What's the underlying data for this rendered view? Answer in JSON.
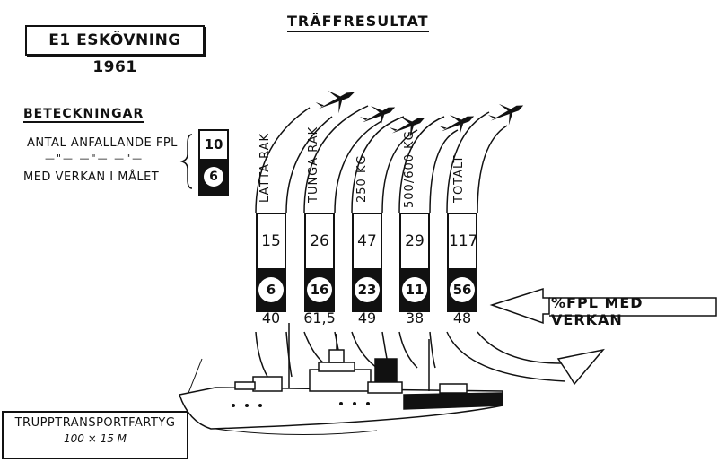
{
  "title": "E1 ESKÖVNING 1961",
  "main_title": "TRÄFFRESULTAT",
  "legend": {
    "heading": "BETECKNINGAR",
    "line1": "ANTAL ANFALLANDE FPL",
    "ditto": "—\"—  —\"—  —\"—",
    "line2": "MED VERKAN I MÅLET",
    "example_attacking": "10",
    "example_effect": "6"
  },
  "columns": [
    {
      "category": "LÄTTA RAK",
      "attacking": "15",
      "effect": "6",
      "percent": "40"
    },
    {
      "category": "TUNGA RAK",
      "attacking": "26",
      "effect": "16",
      "percent": "61,5"
    },
    {
      "category": "250 KG",
      "attacking": "47",
      "effect": "23",
      "percent": "49"
    },
    {
      "category": "500/600 KG",
      "attacking": "29",
      "effect": "11",
      "percent": "38"
    },
    {
      "category": "TOTALT",
      "attacking": "117",
      "effect": "56",
      "percent": "48"
    }
  ],
  "percent_label": "%FPL MED VERKAN",
  "ship": {
    "line1": "TRUPPTRANSPORTFARTYG",
    "line2": "100 × 15 M"
  }
}
